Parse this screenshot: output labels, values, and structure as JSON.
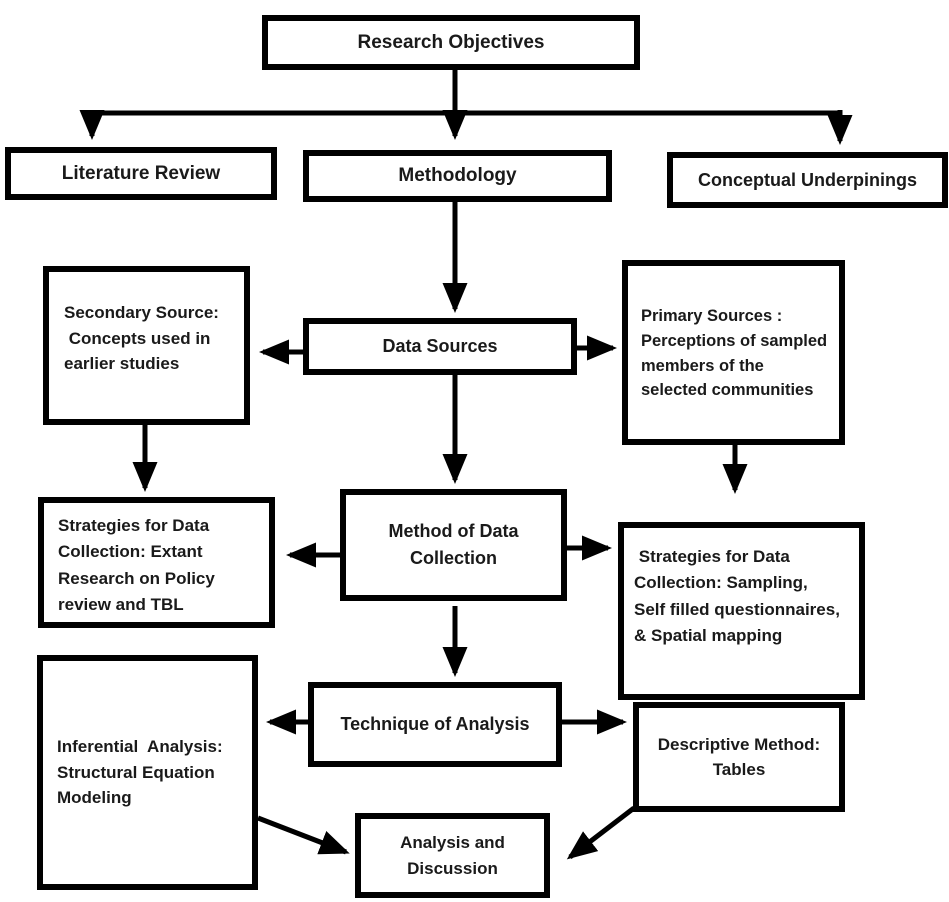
{
  "diagram": {
    "type": "flowchart",
    "colors": {
      "line": "#000000",
      "box_background": "#ffffff",
      "text": "#1a1a1a"
    },
    "nodes": {
      "research_objectives": "Research Objectives",
      "literature_review": "Literature Review",
      "methodology": "Methodology",
      "conceptual_underpinings": "Conceptual Underpinings",
      "secondary_source": "Secondary Source:\n Concepts used in\nearlier studies",
      "data_sources": "Data Sources",
      "primary_sources": "Primary Sources :\nPerceptions of sampled\nmembers of the\nselected communities",
      "strategies_left": "Strategies for Data\nCollection: Extant\nResearch on Policy\nreview and TBL",
      "method_of_data_collection": "Method of Data\nCollection",
      "strategies_right": " Strategies for Data\nCollection: Sampling,\nSelf filled questionnaires,\n& Spatial mapping",
      "technique_of_analysis": "Technique of Analysis",
      "inferential_analysis": "Inferential  Analysis:\nStructural Equation\nModeling",
      "descriptive_method": "Descriptive Method:\nTables",
      "analysis_and_discussion": "Analysis and\nDiscussion"
    },
    "edges": [
      {
        "from": "research_objectives",
        "to": "literature_review"
      },
      {
        "from": "research_objectives",
        "to": "methodology"
      },
      {
        "from": "research_objectives",
        "to": "conceptual_underpinings"
      },
      {
        "from": "methodology",
        "to": "data_sources"
      },
      {
        "from": "data_sources",
        "to": "secondary_source"
      },
      {
        "from": "data_sources",
        "to": "primary_sources"
      },
      {
        "from": "data_sources",
        "to": "method_of_data_collection"
      },
      {
        "from": "secondary_source",
        "to": "strategies_left"
      },
      {
        "from": "primary_sources",
        "to": "strategies_right"
      },
      {
        "from": "method_of_data_collection",
        "to": "strategies_left"
      },
      {
        "from": "method_of_data_collection",
        "to": "strategies_right"
      },
      {
        "from": "method_of_data_collection",
        "to": "technique_of_analysis"
      },
      {
        "from": "technique_of_analysis",
        "to": "inferential_analysis"
      },
      {
        "from": "technique_of_analysis",
        "to": "descriptive_method"
      },
      {
        "from": "inferential_analysis",
        "to": "analysis_and_discussion"
      },
      {
        "from": "descriptive_method",
        "to": "analysis_and_discussion"
      }
    ]
  }
}
